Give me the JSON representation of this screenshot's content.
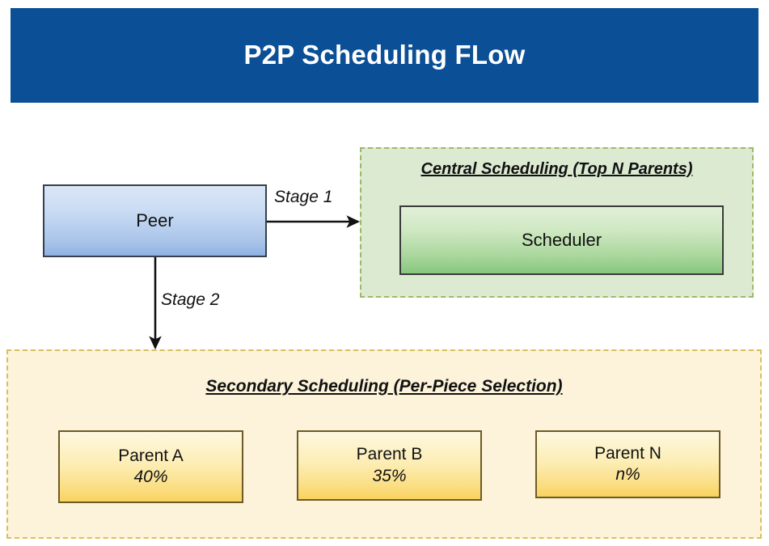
{
  "header": {
    "title": "P2P Scheduling FLow",
    "background_color": "#0b4f96",
    "text_color": "#ffffff"
  },
  "nodes": {
    "peer": {
      "label": "Peer",
      "fill_top": "#dbe6f7",
      "fill_bottom": "#8fb3e3",
      "border_color": "#34404e"
    },
    "scheduler": {
      "label": "Scheduler",
      "fill_top": "#e1f0d9",
      "fill_bottom": "#86c77e",
      "border_color": "#3a3a3a"
    }
  },
  "edges": [
    {
      "label": "Stage 1",
      "from": "peer",
      "to": "central-scheduling",
      "direction": "right"
    },
    {
      "label": "Stage 2",
      "from": "peer",
      "to": "secondary-scheduling",
      "direction": "down"
    }
  ],
  "groups": {
    "central": {
      "title": "Central Scheduling (Top N Parents)",
      "fill_color": "#dcead2",
      "border_color": "#9db968"
    },
    "secondary": {
      "title": "Secondary Scheduling (Per-Piece Selection)",
      "fill_color": "#fcf3da",
      "border_color": "#d9c05e"
    }
  },
  "parents": [
    {
      "name": "Parent A",
      "percent": "40%"
    },
    {
      "name": "Parent B",
      "percent": "35%"
    },
    {
      "name": "Parent N",
      "percent": "n%"
    }
  ]
}
